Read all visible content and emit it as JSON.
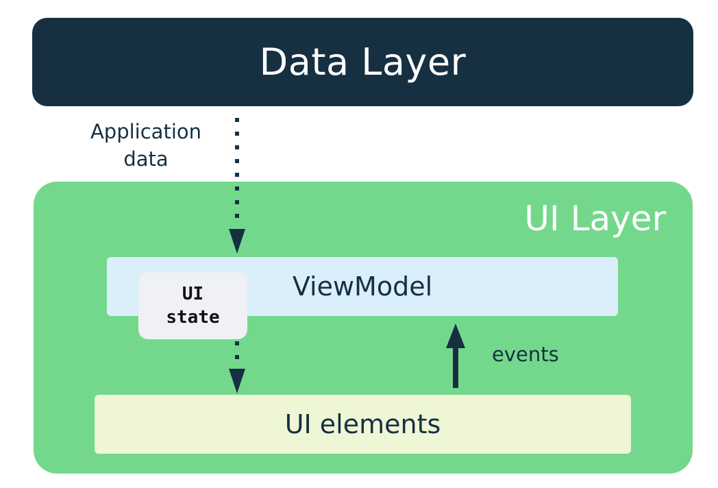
{
  "colors": {
    "dark": "#163042",
    "ui_layer_green": "#74d88c",
    "viewmodel_blue": "#dbeffb",
    "ui_elements_yellow": "#eef6d6",
    "ui_state_gray": "#eff1f4"
  },
  "data_layer": {
    "title": "Data Layer"
  },
  "application_data_label": "Application data",
  "ui_layer": {
    "title": "UI Layer",
    "viewmodel": {
      "title": "ViewModel"
    },
    "ui_state": {
      "line1": "UI",
      "line2": "state"
    },
    "ui_elements": {
      "title": "UI elements"
    },
    "events_label": "events"
  }
}
